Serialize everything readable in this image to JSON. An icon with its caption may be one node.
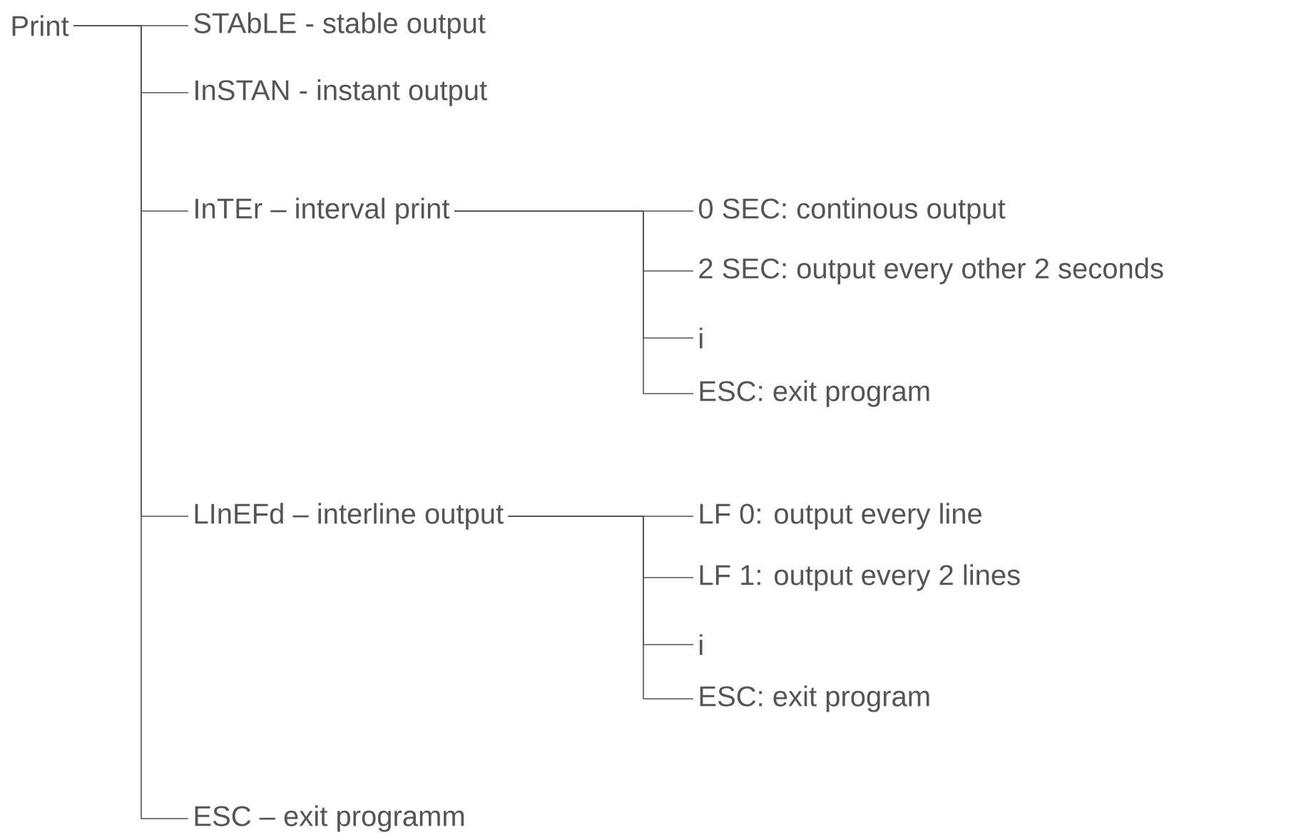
{
  "diagram": {
    "nodes": [
      {
        "text": [
          "Print"
        ]
      },
      {
        "text": [
          "STAbLE - stable output"
        ]
      },
      {
        "text": [
          "InSTAN -  instant output"
        ]
      },
      {
        "text": [
          "InTEr – interval print"
        ]
      },
      {
        "text": [
          "0 SEC: continous output"
        ]
      },
      {
        "text": [
          "2 SEC: output every other 2 seconds"
        ]
      },
      {
        "text": [
          "i"
        ]
      },
      {
        "text": [
          "ESC: exit program"
        ]
      },
      {
        "text": [
          "LInEFd – interline output"
        ]
      },
      {
        "text": [
          "LF 0: output every line"
        ]
      },
      {
        "text": [
          "LF 1: output every 2 lines"
        ]
      },
      {
        "text": [
          "i"
        ]
      },
      {
        "text": [
          "ESC: exit program"
        ]
      },
      {
        "text": [
          "ESC – exit programm"
        ]
      }
    ],
    "edges": [
      {
        "from": 0,
        "to": 1,
        "arrow": "none"
      },
      {
        "from": 0,
        "to": 2,
        "arrow": "none"
      },
      {
        "from": 0,
        "to": 3,
        "arrow": "none"
      },
      {
        "from": 0,
        "to": 8,
        "arrow": "none"
      },
      {
        "from": 0,
        "to": 13,
        "arrow": "none"
      },
      {
        "from": 3,
        "to": 4,
        "arrow": "none"
      },
      {
        "from": 3,
        "to": 5,
        "arrow": "none"
      },
      {
        "from": 3,
        "to": 6,
        "arrow": "none"
      },
      {
        "from": 3,
        "to": 7,
        "arrow": "none"
      },
      {
        "from": 8,
        "to": 9,
        "arrow": "none"
      },
      {
        "from": 8,
        "to": 10,
        "arrow": "none"
      },
      {
        "from": 8,
        "to": 11,
        "arrow": "none"
      },
      {
        "from": 8,
        "to": 12,
        "arrow": "none"
      }
    ]
  }
}
